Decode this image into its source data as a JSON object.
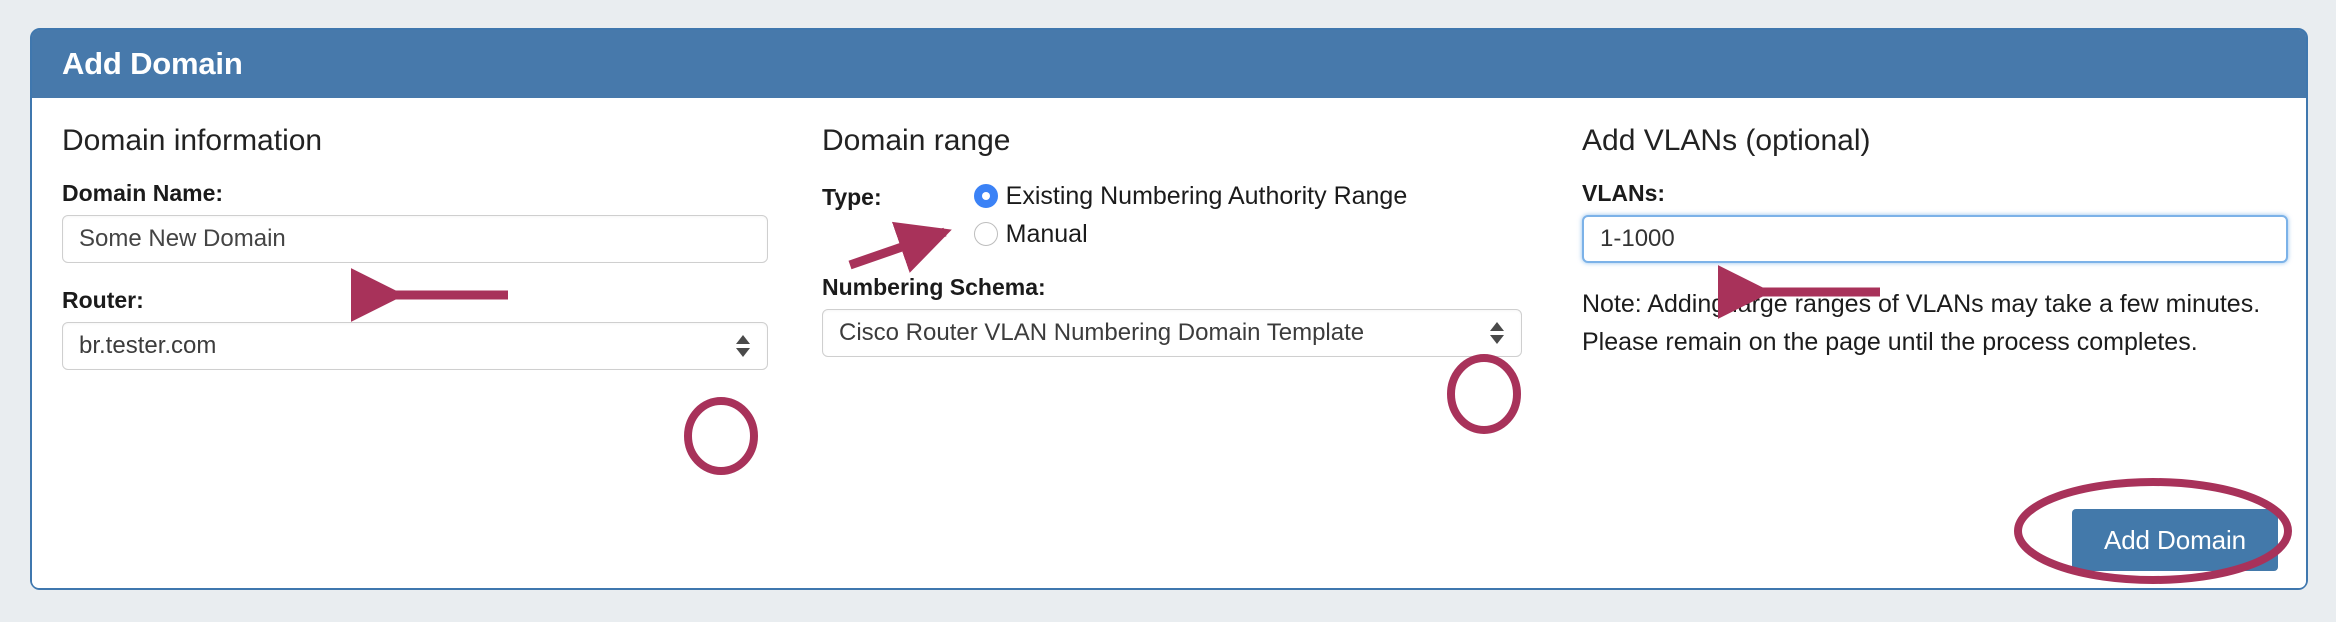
{
  "card": {
    "header_title": "Add Domain",
    "accent_color": "#4779ab",
    "border_color": "#3f77ae",
    "page_background": "#e9edf0"
  },
  "domain_information": {
    "section_title": "Domain information",
    "domain_name_label": "Domain Name:",
    "domain_name_value": "Some New Domain",
    "router_label": "Router:",
    "router_value": "br.tester.com"
  },
  "domain_range": {
    "section_title": "Domain range",
    "type_label": "Type:",
    "type_options": [
      {
        "label": "Existing Numbering Authority Range",
        "checked": true
      },
      {
        "label": "Manual",
        "checked": false
      }
    ],
    "type_selected": "Existing Numbering Authority Range",
    "numbering_schema_label": "Numbering Schema:",
    "numbering_schema_value": "Cisco Router VLAN Numbering Domain Template",
    "radio_checked_color": "#3b82f6"
  },
  "add_vlans": {
    "section_title": "Add VLANs (optional)",
    "vlans_label": "VLANs:",
    "vlans_value": "1-1000",
    "vlans_focused": true,
    "note": "Note: Adding large ranges of VLANs may take a few minutes. Please remain on the page until the process completes.",
    "submit_label": "Add Domain"
  },
  "annotations": {
    "color": "#a8325a",
    "items": [
      {
        "name": "arrow-to-domain-name-input",
        "kind": "arrow"
      },
      {
        "name": "ellipse-on-router-spinner",
        "kind": "ellipse"
      },
      {
        "name": "arrow-to-existing-range-radio",
        "kind": "arrow"
      },
      {
        "name": "ellipse-on-numbering-schema-spinner",
        "kind": "ellipse"
      },
      {
        "name": "arrow-to-vlans-input",
        "kind": "arrow"
      },
      {
        "name": "ellipse-on-add-domain-button",
        "kind": "ellipse"
      }
    ]
  }
}
